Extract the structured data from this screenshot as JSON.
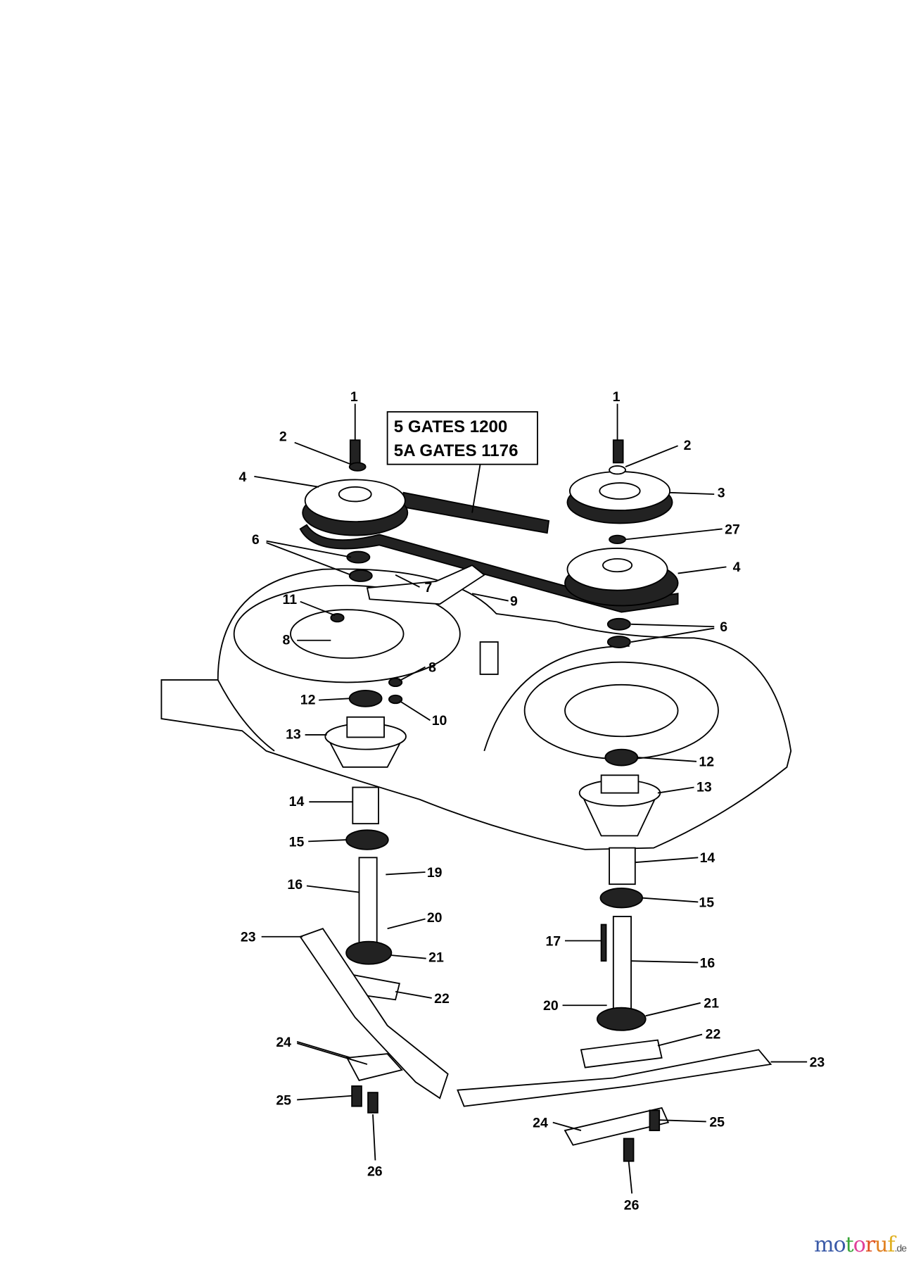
{
  "belt_box": {
    "line1": "5 GATES 1200",
    "line2": "5A GATES 1176"
  },
  "callouts": {
    "left": [
      "1",
      "2",
      "4",
      "6",
      "7",
      "9",
      "11",
      "8",
      "8",
      "12",
      "10",
      "13",
      "14",
      "15",
      "16",
      "19",
      "20",
      "23",
      "21",
      "22",
      "24",
      "25",
      "26"
    ],
    "right": [
      "1",
      "2",
      "3",
      "27",
      "4",
      "6",
      "12",
      "13",
      "14",
      "15",
      "17",
      "16",
      "21",
      "20",
      "22",
      "23",
      "24",
      "25",
      "26"
    ]
  },
  "watermark": {
    "text": "motoruf",
    "suffix": ".de",
    "colors": [
      "#3a5aa8",
      "#3a5aa8",
      "#3aa63a",
      "#e0409a",
      "#e05020",
      "#e08020",
      "#e0b020"
    ]
  }
}
